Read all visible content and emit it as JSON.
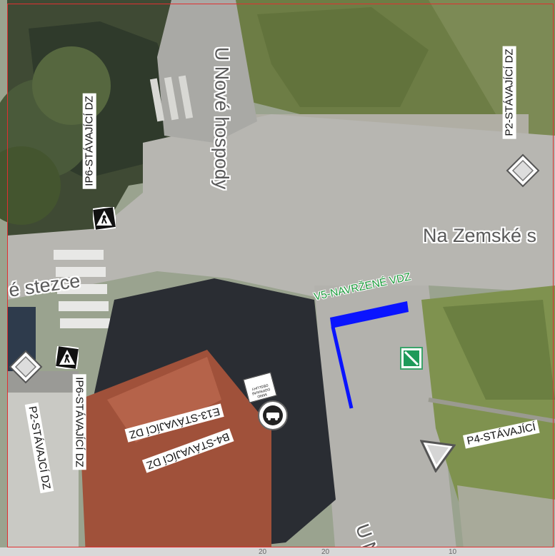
{
  "streets": {
    "u_nove_hospody": "U Nové hospody",
    "na_zemske": "Na Zemské s",
    "stezce": "é stezce",
    "u_no": "U No"
  },
  "signs": {
    "ip6_top": "IP6-STÁVAJÍCÍ DZ",
    "ip6_bottom": "IP6-STÁVAJÍCÍ DZ",
    "p2_top_right": "P2-STÁVAJÍCÍ DZ",
    "p2_left": "P2-STÁVAJCÍ DZ",
    "p4": "P4-STÁVAJÍCÍ",
    "e13": "E13-STÁVAJÍCÍ DZ",
    "b4": "B4-STÁVAJÍCÍ DZ",
    "e13_plate_text": "MIMO DOPRAVNÍ OBSLUHY"
  },
  "design": {
    "v5_label": "V5-NAVRŽENÉ VDZ",
    "v5_color": "#0a14ff",
    "label_color": "#1a9a3a"
  },
  "icons": [
    "pedestrian-crossing-icon",
    "priority-road-icon",
    "give-way-icon",
    "no-vehicles-icon",
    "end-of-restriction-icon"
  ],
  "scale_ticks": [
    "20",
    "20",
    "10"
  ]
}
